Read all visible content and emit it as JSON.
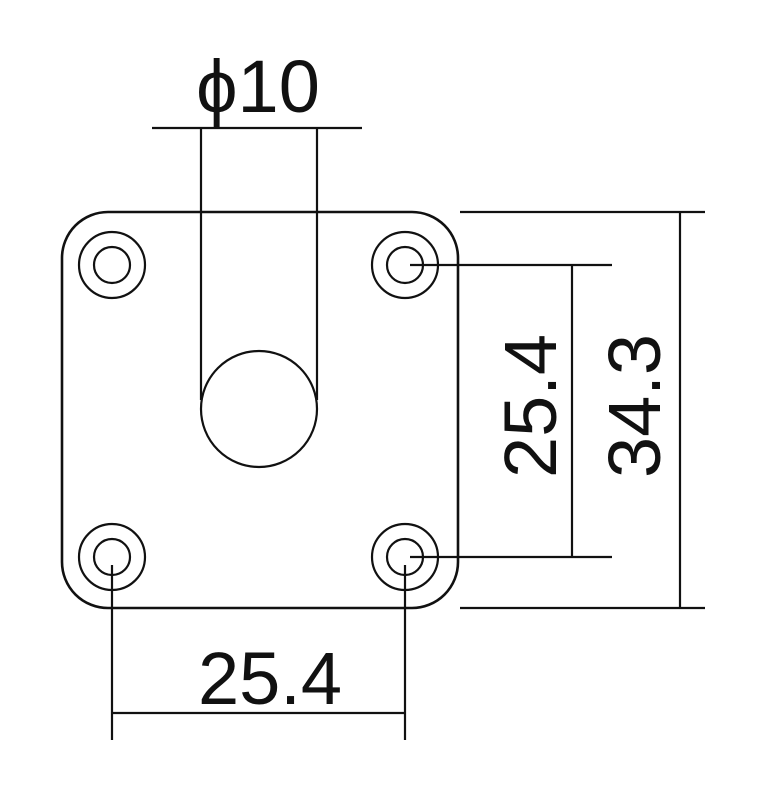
{
  "diagram": {
    "type": "technical-drawing",
    "subject": "square jack plate",
    "unit": "mm",
    "line_color": "#111111",
    "background": "#ffffff",
    "dimensions": {
      "hole_diameter": {
        "label": "ϕ10",
        "value": 10
      },
      "horizontal_mount_spacing": {
        "label": "25.4",
        "value": 25.4
      },
      "vertical_mount_spacing": {
        "label": "25.4",
        "value": 25.4
      },
      "plate_height": {
        "label": "34.3",
        "value": 34.3
      }
    }
  }
}
